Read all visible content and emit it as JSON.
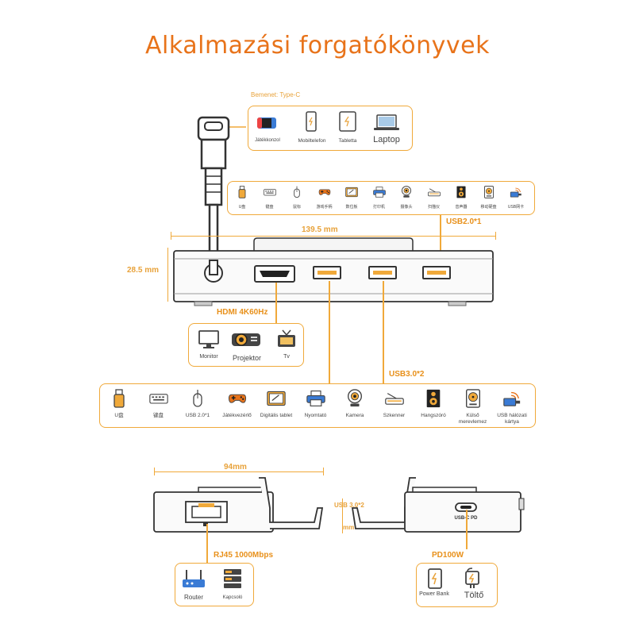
{
  "title": "Alkalmazási forgatókönyvek",
  "input": {
    "label": "Bemenet: Type-C",
    "devices": [
      "Játékkonzol",
      "Mobiltelefon",
      "Tabletta",
      "Laptop"
    ]
  },
  "usb2": {
    "label": "USB2.0*1",
    "devices": [
      "U盘",
      "键盘",
      "鼠标",
      "游戏手柄",
      "数位板",
      "打印机",
      "摄像头",
      "扫描仪",
      "音声器",
      "移动硬盘",
      "USB网卡"
    ]
  },
  "dimensions": {
    "width_top": "139.5 mm",
    "height": "28.5 mm",
    "width_bottom": "94mm",
    "usb_side": "USB 3.0*2",
    "side_mm": "mm"
  },
  "hdmi": {
    "label": "HDMI 4K60Hz",
    "devices": [
      "Monitor",
      "Projektor",
      "Tv"
    ]
  },
  "usb3": {
    "label": "USB3.0*2",
    "devices": [
      "U盘",
      "键盘",
      "USB 2.0*1",
      "Játékvezérlő",
      "Digitális tablet",
      "Nyomtató",
      "Kamera",
      "Szkenner",
      "Hangszóró",
      "Külső merevlemez",
      "USB hálózati kártya"
    ]
  },
  "rj45": {
    "label": "RJ45 1000Mbps",
    "devices": [
      "Router",
      "Kapcsoló"
    ]
  },
  "pd": {
    "label": "PD100W",
    "port_label": "USB-C PD",
    "devices": [
      "Power Bank",
      "Töltő"
    ]
  },
  "colors": {
    "accent": "#e8731a",
    "border": "#f0a93a",
    "device": "#4a4a4a"
  }
}
